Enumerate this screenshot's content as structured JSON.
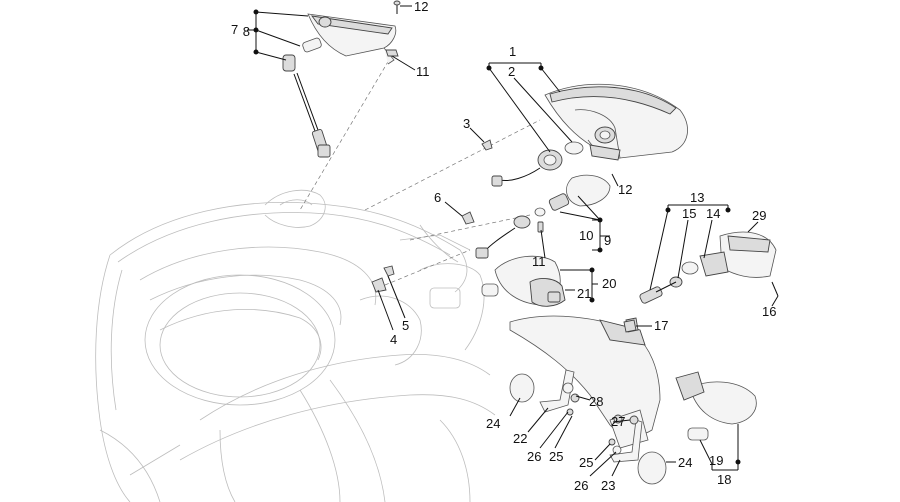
{
  "diagram": {
    "callouts": {
      "c1": "1",
      "c2": "2",
      "c3": "3",
      "c4": "4",
      "c5": "5",
      "c6": "6",
      "c7": "7",
      "c8": "8",
      "c9": "9",
      "c10": "10",
      "c11a": "11",
      "c11b": "11",
      "c12a": "12",
      "c12b": "12",
      "c13": "13",
      "c14": "14",
      "c15": "15",
      "c16": "16",
      "c17": "17",
      "c18": "18",
      "c19": "19",
      "c20": "20",
      "c21": "21",
      "c22": "22",
      "c23": "23",
      "c24a": "24",
      "c24b": "24",
      "c25a": "25",
      "c25b": "25",
      "c26a": "26",
      "c26b": "26",
      "c27": "27",
      "c28": "28",
      "c29": "29"
    }
  }
}
